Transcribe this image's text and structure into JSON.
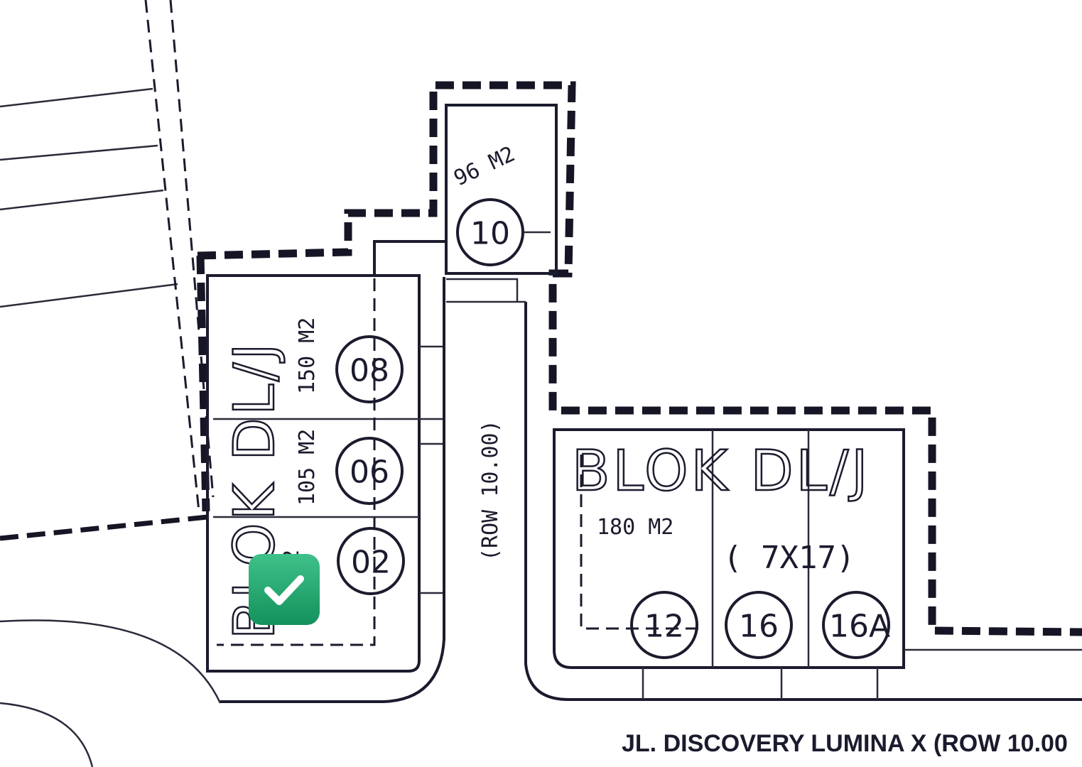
{
  "plan": {
    "left_block": {
      "name": "BLOK DL/J",
      "areas": [
        "150 M2",
        "105 M2",
        "M2"
      ],
      "lots": [
        "08",
        "06",
        "02"
      ]
    },
    "top_lot": {
      "area": "96 M2",
      "lot": "10"
    },
    "road_inner": "(ROW 10.00)",
    "right_block": {
      "name": "BLOK DL/J",
      "area": "180 M2",
      "dimension": "( 7X17)",
      "lots": [
        "12",
        "16",
        "16A"
      ]
    },
    "road_bottom": "JL. DISCOVERY LUMINA X (ROW 10.00"
  },
  "colors": {
    "line": "#1b1b2e",
    "check": "#1fa66b"
  },
  "icons": {
    "selected": "check-icon"
  }
}
